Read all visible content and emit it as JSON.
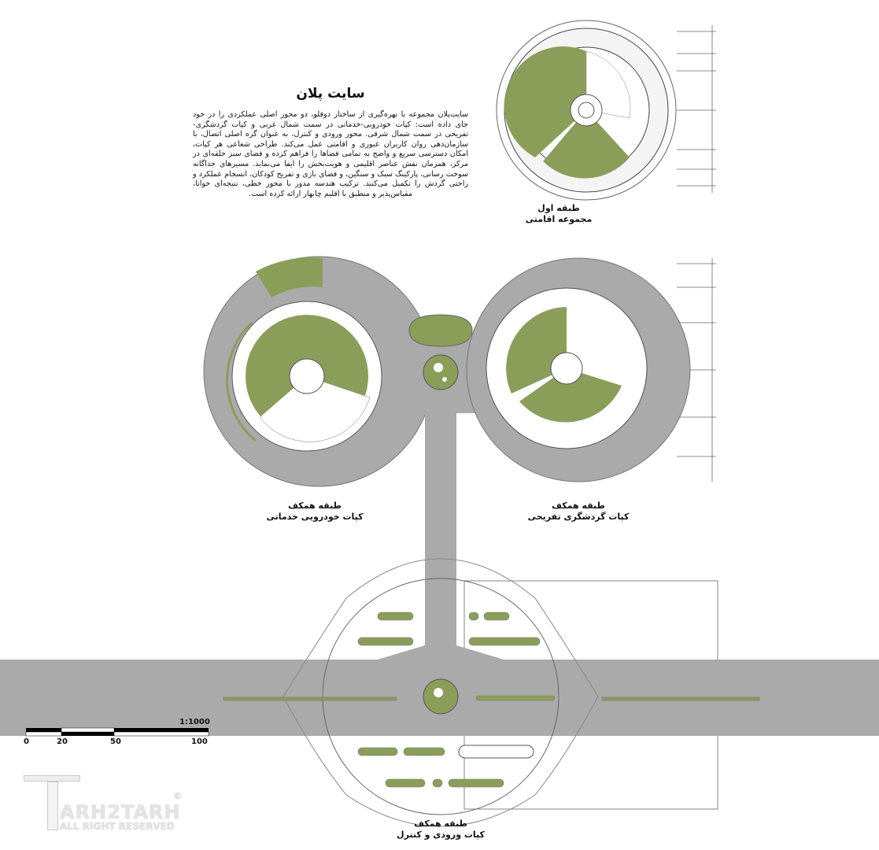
{
  "title": "سایت پلان",
  "description": "سایت‌پلان مجموعه با بهره‌گیری از ساختار دوقلو، دو محور اصلی عملکردی را در خود جای داده است: کپات خودرویی-خدماتی در سمت شمال غربی و کپات گردشگری-تفریحی در سمت شمال شرقی. محور ورودی و کنترل، به عنوان گره اصلی اتصال، با سازمان‌دهی روان کاربران عبوری و اقامتی عمل می‌کند. طراحی شعاعی هر کپات، امکان دسترسی سریع و واضح به تمامی فضاها را فراهم کرده و فضای سبز حلقه‌ای در مرکز، همزمان نقش عناصر اقلیمی و هویت‌بخش را ایفا می‌نماید. مسیرهای جداگانه سوخت رسانی، پارکینگ سبک و سنگین، و فضای بازی و تفریح کودکان، انسجام عملکرد و راحتی گردش را تکمیل می‌کنند. ترکیب هندسه مدور با محور خطی، نتیجه‌ای خوانا، مقیاس‌پذیر و منطبق با اقلیم چابهار ارائه کرده است.",
  "labels": {
    "residential": {
      "floor": "طبقه اول",
      "name": "مجموعه اقامتی"
    },
    "service": {
      "floor": "طبقه همکف",
      "name": "کپات خودرویی خدماتی"
    },
    "tourism": {
      "floor": "طبقه همکف",
      "name": "کپات گردشگری تفریحی"
    },
    "entrance": {
      "floor": "طبقه همکف",
      "name": "کپات ورودی و کنترل"
    }
  },
  "scale_bar": {
    "ratio": "1:1000",
    "ticks": [
      "0",
      "20",
      "50",
      "100"
    ]
  },
  "logo": {
    "name": "ARH2TARH",
    "sub": "ALL RIGHT RESERVED",
    "mark": "©"
  },
  "colors": {
    "green": "#8a9e5a",
    "road": "#a9a9a9",
    "line": "#555555"
  }
}
